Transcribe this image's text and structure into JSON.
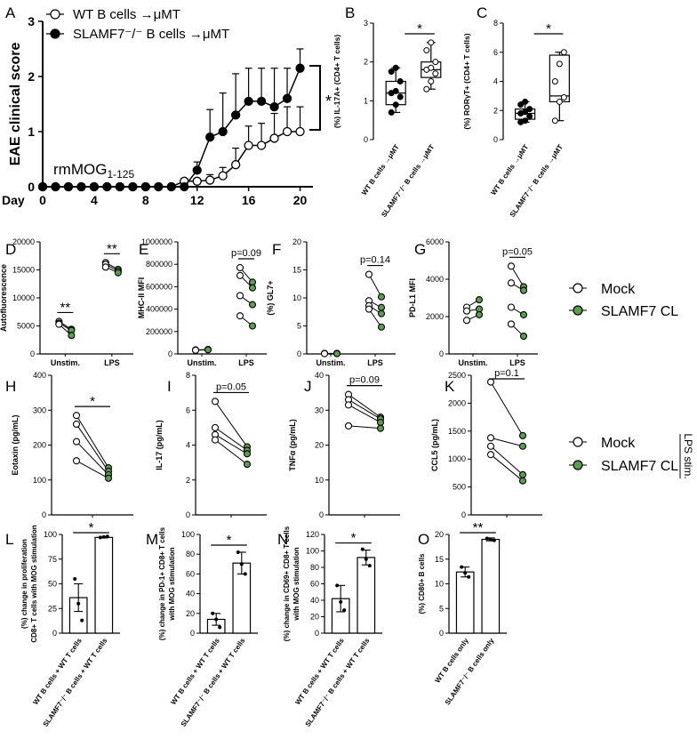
{
  "legends": {
    "eae_open": "WT B cells →μMT",
    "eae_filled": "SLAMF7⁻/⁻ B cells →μMT",
    "mock": "Mock",
    "cl": "SLAMF7 CL",
    "lps_stim": "LPS stim."
  },
  "colors": {
    "green": "#5c9e4f",
    "box_fill": "#ffffff",
    "line": "#000000"
  },
  "chart_data": [
    {
      "id": "A",
      "panel_letter": "A",
      "type": "line",
      "ylabel": "EAE clinical score",
      "xlabel": "Day",
      "annotation": "rmMOG1-125",
      "annotation_main": "rmMOG",
      "annotation_sub": "1-125",
      "ylim": [
        0,
        3
      ],
      "xlim": [
        0,
        21
      ],
      "yticks": [
        "0",
        "1",
        "2",
        "3"
      ],
      "xticks": [
        "0",
        "4",
        "8",
        "12",
        "16",
        "20"
      ],
      "sig": "*",
      "x": [
        0,
        1,
        2,
        3,
        4,
        5,
        6,
        7,
        8,
        9,
        10,
        11,
        12,
        13,
        14,
        15,
        16,
        17,
        18,
        19,
        20
      ],
      "series": [
        {
          "name": "WT B cells →μMT",
          "marker": "open",
          "values": [
            0,
            0,
            0,
            0,
            0,
            0,
            0,
            0,
            0,
            0,
            0,
            0.1,
            0.1,
            0.12,
            0.2,
            0.4,
            0.75,
            0.75,
            0.88,
            1,
            1
          ],
          "errors": [
            0,
            0,
            0,
            0,
            0,
            0,
            0,
            0,
            0,
            0,
            0,
            0.05,
            0.05,
            0.1,
            0.15,
            0.3,
            0.35,
            0.4,
            0.45,
            0.45,
            0.45
          ]
        },
        {
          "name": "SLAMF7⁻/⁻ B cells →μMT",
          "marker": "filled",
          "values": [
            0,
            0,
            0,
            0,
            0,
            0,
            0,
            0,
            0,
            0,
            0,
            0,
            0.3,
            0.9,
            1.0,
            1.3,
            1.55,
            1.55,
            1.45,
            1.6,
            2.15
          ],
          "errors": [
            0,
            0,
            0,
            0,
            0,
            0,
            0,
            0,
            0,
            0,
            0,
            0,
            0.15,
            0.5,
            0.7,
            0.75,
            0.6,
            0.6,
            0.7,
            0.55,
            0.35
          ]
        }
      ]
    },
    {
      "id": "B",
      "panel_letter": "B",
      "type": "box",
      "ylabel": "(%) IL-17A+ (CD4+ T cells)",
      "categories": [
        "WT B cells →μMT",
        "SLAMF7⁻/⁻ B cells →μMT"
      ],
      "ylim": [
        0,
        3
      ],
      "yticks": [
        "0",
        "1",
        "2",
        "3"
      ],
      "sig": "*",
      "boxes": [
        {
          "min": 0.7,
          "q1": 0.9,
          "median": 1.2,
          "q3": 1.5,
          "max": 1.85,
          "points": [
            0.7,
            0.9,
            1.1,
            1.2,
            1.25,
            1.5,
            1.75,
            1.85
          ],
          "filled": true
        },
        {
          "min": 1.3,
          "q1": 1.6,
          "median": 1.8,
          "q3": 2.0,
          "max": 2.5,
          "points": [
            1.3,
            1.5,
            1.7,
            1.8,
            1.85,
            2.0,
            2.3,
            2.5
          ],
          "filled": false
        }
      ]
    },
    {
      "id": "C",
      "panel_letter": "C",
      "type": "box",
      "ylabel": "(%) RORγT+ (CD4+ T cells)",
      "categories": [
        "WT B cells →μMT",
        "SLAMF7⁻/⁻ B cells →μMT"
      ],
      "ylim": [
        0,
        8
      ],
      "yticks": [
        "0",
        "2",
        "4",
        "6",
        "8"
      ],
      "sig": "*",
      "boxes": [
        {
          "min": 1.2,
          "q1": 1.4,
          "median": 1.8,
          "q3": 2.1,
          "max": 2.6,
          "points": [
            1.2,
            1.3,
            1.6,
            1.8,
            1.9,
            2.1,
            2.4,
            2.6
          ],
          "filled": true
        },
        {
          "min": 1.3,
          "q1": 2.6,
          "median": 3.0,
          "q3": 5.8,
          "max": 6.0,
          "points": [
            1.3,
            2.6,
            2.9,
            4.0,
            5.2,
            6.0
          ],
          "filled": false
        }
      ]
    },
    {
      "id": "D",
      "panel_letter": "D",
      "type": "paired",
      "ylabel": "Autofluorescence",
      "categories": [
        "Unstim.",
        "LPS"
      ],
      "ylim": [
        0,
        20000
      ],
      "yticks": [
        "0",
        "5000",
        "10000",
        "15000",
        "20000"
      ],
      "groups": [
        {
          "sig": "**",
          "mock": [
            5800,
            5500,
            5300
          ],
          "cl": [
            4400,
            4200,
            3300
          ]
        },
        {
          "sig": "**",
          "mock": [
            16300,
            16000,
            15500
          ],
          "cl": [
            15100,
            14800,
            14500
          ]
        }
      ]
    },
    {
      "id": "E",
      "panel_letter": "E",
      "type": "paired",
      "ylabel": "MHC-II MFI",
      "categories": [
        "Unstim.",
        "LPS"
      ],
      "ylim": [
        0,
        1000000
      ],
      "yticks": [
        "0",
        "200000",
        "400000",
        "600000",
        "800000",
        "1000000"
      ],
      "groups": [
        {
          "sig": "",
          "mock": [
            36000,
            33000
          ],
          "cl": [
            40000,
            37000
          ]
        },
        {
          "sig": "p=0.09",
          "mock": [
            770000,
            700000,
            520000,
            340000
          ],
          "cl": [
            640000,
            590000,
            440000,
            250000
          ]
        }
      ]
    },
    {
      "id": "F",
      "panel_letter": "F",
      "type": "paired",
      "ylabel": "(%) GL7+",
      "categories": [
        "Unstim.",
        "LPS"
      ],
      "ylim": [
        0,
        20
      ],
      "yticks": [
        "0",
        "5",
        "10",
        "15",
        "20"
      ],
      "groups": [
        {
          "sig": "",
          "mock": [
            0.1,
            0.05
          ],
          "cl": [
            0.1,
            0.05
          ]
        },
        {
          "sig": "p=0.14",
          "mock": [
            14.2,
            9.5,
            8.6,
            8.0
          ],
          "cl": [
            10.2,
            8.3,
            7.2,
            4.8
          ]
        }
      ]
    },
    {
      "id": "G",
      "panel_letter": "G",
      "type": "paired",
      "ylabel": "PD-L1 MFI",
      "categories": [
        "Unstim.",
        "LPS"
      ],
      "ylim": [
        0,
        6000
      ],
      "yticks": [
        "0",
        "2000",
        "4000",
        "6000"
      ],
      "groups": [
        {
          "sig": "",
          "mock": [
            2500,
            2300,
            1800
          ],
          "cl": [
            2900,
            2400,
            2100
          ]
        },
        {
          "sig": "p=0.05",
          "mock": [
            4700,
            3800,
            2500,
            1600
          ],
          "cl": [
            3600,
            3400,
            2100,
            950
          ]
        }
      ]
    },
    {
      "id": "H",
      "panel_letter": "H",
      "type": "paired",
      "ylabel": "Eotaxin (pg/mL)",
      "categories": [
        "",
        ""
      ],
      "ylim": [
        0,
        400
      ],
      "yticks": [
        "0",
        "100",
        "200",
        "300",
        "400"
      ],
      "groups": [
        {
          "sig": "*",
          "mock": [
            285,
            260,
            210,
            155
          ],
          "cl": [
            135,
            125,
            115,
            105
          ]
        }
      ]
    },
    {
      "id": "I",
      "panel_letter": "I",
      "type": "paired",
      "ylabel": "IL-17 (pg/mL)",
      "categories": [
        "",
        ""
      ],
      "ylim": [
        0,
        8
      ],
      "yticks": [
        "0",
        "2",
        "4",
        "6",
        "8"
      ],
      "groups": [
        {
          "sig": "p=0.05",
          "mock": [
            6.5,
            5.0,
            4.6,
            4.3
          ],
          "cl": [
            3.9,
            3.7,
            3.5,
            2.9
          ]
        }
      ]
    },
    {
      "id": "J",
      "panel_letter": "J",
      "type": "paired",
      "ylabel": "TNFα (pg/mL)",
      "categories": [
        "",
        ""
      ],
      "ylim": [
        0,
        40
      ],
      "yticks": [
        "0",
        "10",
        "20",
        "30",
        "40"
      ],
      "groups": [
        {
          "sig": "p=0.09",
          "mock": [
            34.5,
            33.0,
            31.5,
            25.5
          ],
          "cl": [
            28.0,
            27.5,
            26.5,
            24.8
          ]
        }
      ]
    },
    {
      "id": "K",
      "panel_letter": "K",
      "type": "paired",
      "ylabel": "CCL5 (pg/mL)",
      "categories": [
        "",
        ""
      ],
      "ylim": [
        0,
        2500
      ],
      "yticks": [
        "0",
        "500",
        "1000",
        "1500",
        "2000",
        "2500"
      ],
      "groups": [
        {
          "sig": "p=0.1",
          "mock": [
            2380,
            1380,
            1230,
            1080
          ],
          "cl": [
            1420,
            1230,
            720,
            610
          ]
        }
      ]
    },
    {
      "id": "L",
      "panel_letter": "L",
      "type": "bar",
      "ylabel": "(%) change in proliferation CD8+ T cells with MOG stimulation",
      "ylabel_lines": [
        "(%) change in proliferation",
        "CD8+ T cells with MOG stimulation"
      ],
      "categories": [
        "WT B cells + WT T cells",
        "SLAMF7⁻/⁻ B cells + WT T cells"
      ],
      "ylim": [
        0,
        100
      ],
      "yticks": [
        "0",
        "25",
        "50",
        "75",
        "100"
      ],
      "sig": "*",
      "values": [
        36,
        97
      ],
      "errors": [
        14,
        0.5
      ],
      "points": [
        [
          55,
          30,
          13
        ],
        [
          97,
          97.5,
          98
        ]
      ]
    },
    {
      "id": "M",
      "panel_letter": "M",
      "type": "bar",
      "ylabel": "(%) change in PD-1+ CD8+ T cells with MOG stimulation",
      "ylabel_lines": [
        "(%) change in PD-1+ CD8+ T cells",
        "with MOG stimulation"
      ],
      "categories": [
        "WT B cells + WT T cells",
        "SLAMF7⁻/⁻ B cells + WT T cells"
      ],
      "ylim": [
        0,
        100
      ],
      "yticks": [
        "0",
        "20",
        "40",
        "60",
        "80",
        "100"
      ],
      "sig": "*",
      "values": [
        14,
        71
      ],
      "errors": [
        6,
        11
      ],
      "points": [
        [
          20,
          14,
          6
        ],
        [
          82,
          70,
          60
        ]
      ]
    },
    {
      "id": "N",
      "panel_letter": "N",
      "type": "bar",
      "ylabel": "(%) change in CD69+ CD8+ T cells with MOG stimulation",
      "ylabel_lines": [
        "(%) change in CD69+ CD8+ T cells",
        "with MOG stimulation"
      ],
      "categories": [
        "WT B cells + WT T cells",
        "SLAMF7⁻/⁻ B cells + WT T cells"
      ],
      "ylim": [
        0,
        120
      ],
      "yticks": [
        "0",
        "20",
        "40",
        "60",
        "80",
        "100",
        "120"
      ],
      "sig": "*",
      "values": [
        42,
        92
      ],
      "errors": [
        16,
        9
      ],
      "points": [
        [
          58,
          38,
          28
        ],
        [
          102,
          90,
          82
        ]
      ]
    },
    {
      "id": "O",
      "panel_letter": "O",
      "type": "bar",
      "ylabel": "(%) CD80+ B cells",
      "categories": [
        "WT B cells only",
        "SLAMF7⁻/⁻ B cells only"
      ],
      "ylim": [
        0,
        20
      ],
      "yticks": [
        "0",
        "5",
        "10",
        "15",
        "20"
      ],
      "sig": "**",
      "values": [
        12.4,
        19.0
      ],
      "errors": [
        1.0,
        0.3
      ],
      "points": [
        [
          13.4,
          12.2,
          11.4
        ],
        [
          19.2,
          19.0,
          18.8
        ]
      ]
    }
  ]
}
